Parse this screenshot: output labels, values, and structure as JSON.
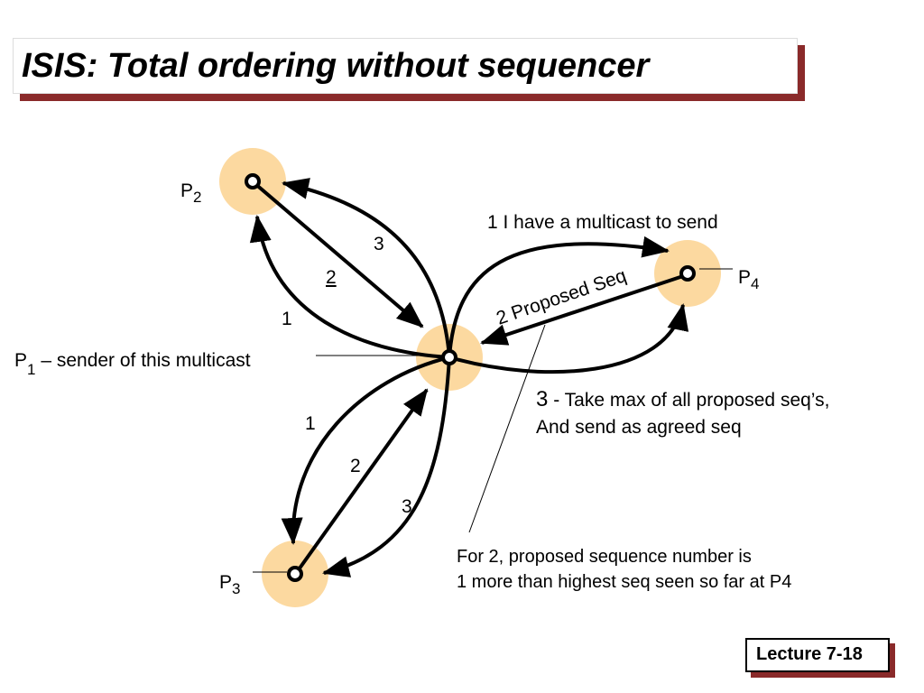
{
  "title": "ISIS: Total ordering without sequencer",
  "footer": "Lecture 7-18",
  "nodes": {
    "p1": {
      "letter": "P",
      "sub": "1",
      "desc": " – sender of this multicast"
    },
    "p2": {
      "letter": "P",
      "sub": "2"
    },
    "p3": {
      "letter": "P",
      "sub": "3"
    },
    "p4": {
      "letter": "P",
      "sub": "4"
    }
  },
  "edge_labels": {
    "p2_1": "1",
    "p2_2": "2",
    "p2_3": "3",
    "p3_1": "1",
    "p3_2": "2",
    "p3_3": "3",
    "p4_1": "1 I have a multicast to send",
    "p4_2": "2 Proposed Seq"
  },
  "step3": {
    "num": "3",
    "line1": " - Take max of all proposed seq’s,",
    "line2": "And send as agreed seq"
  },
  "note": {
    "line1": "For 2, proposed sequence number is",
    "line2": "1 more than highest seq seen so far at P4"
  },
  "colors": {
    "node_halo": "#fcd9a0",
    "shadow": "#8a2a2a"
  }
}
